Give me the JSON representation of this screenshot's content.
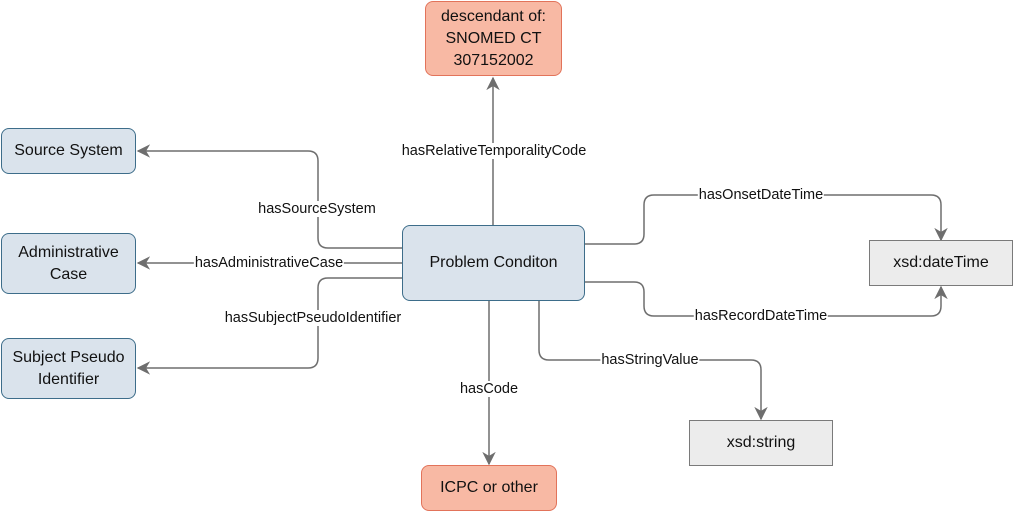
{
  "diagram": {
    "nodes": {
      "center": "Problem Conditon",
      "snomed": [
        "descendant of:",
        "SNOMED CT",
        "307152002"
      ],
      "source_system": "Source System",
      "administrative_case": [
        "Administrative",
        "Case"
      ],
      "subject_pseudo": [
        "Subject Pseudo",
        "Identifier"
      ],
      "datetime": "xsd:dateTime",
      "string": "xsd:string",
      "icpc": "ICPC or other"
    },
    "edges": {
      "temporality": "hasRelativeTemporalityCode",
      "source_system": "hasSourceSystem",
      "administrative_case": "hasAdministrativeCase",
      "subject_pseudo": "hasSubjectPseudoIdentifier",
      "onset": "hasOnsetDateTime",
      "record": "hasRecordDateTime",
      "string_value": "hasStringValue",
      "code": "hasCode"
    },
    "colors": {
      "class_fill": "#dae3ec",
      "class_stroke": "#3d6d8a",
      "code_fill": "#f8b9a4",
      "code_stroke": "#e2735a",
      "datatype_fill": "#ececec",
      "edge": "#707070"
    }
  }
}
